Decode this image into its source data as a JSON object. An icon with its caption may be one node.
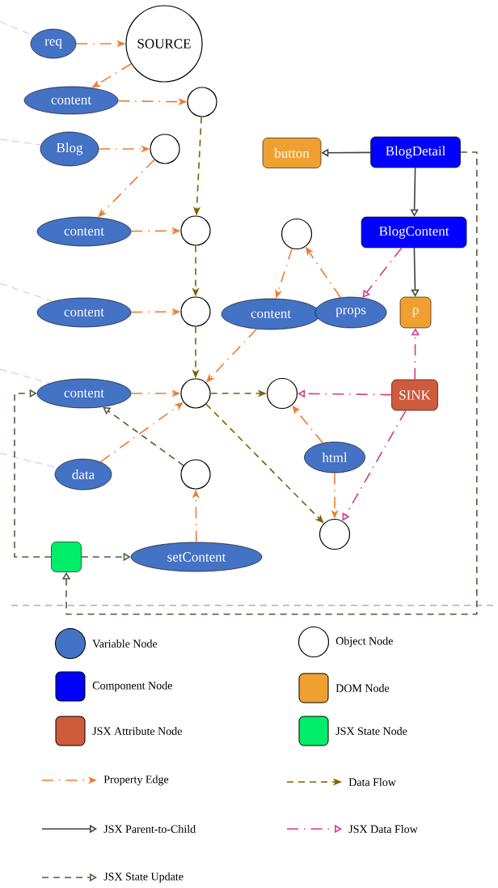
{
  "diagram": {
    "nodes": [
      {
        "text": [
          "req"
        ]
      },
      {
        "text": [
          "SOURCE"
        ]
      },
      {
        "text": [
          "content"
        ]
      },
      {
        "text": [],
        "shape": "circle"
      },
      {
        "text": [
          "Blog"
        ]
      },
      {
        "text": [],
        "shape": "circle"
      },
      {
        "text": [
          "content"
        ]
      },
      {
        "text": [],
        "shape": "circle"
      },
      {
        "text": [
          "content"
        ]
      },
      {
        "text": [],
        "shape": "circle"
      },
      {
        "text": [
          "content"
        ]
      },
      {
        "text": [],
        "shape": "circle"
      },
      {
        "text": [
          "data"
        ]
      },
      {
        "text": [],
        "shape": "circle"
      },
      {
        "text": [],
        "shape": "box"
      },
      {
        "text": [
          "setContent"
        ]
      },
      {
        "text": [
          "button"
        ]
      },
      {
        "text": [
          "BlogDetail"
        ]
      },
      {
        "text": [
          "BlogContent"
        ]
      },
      {
        "text": [],
        "shape": "circle"
      },
      {
        "text": [
          "content"
        ]
      },
      {
        "text": [
          "props"
        ]
      },
      {
        "text": [
          "p"
        ]
      },
      {
        "text": [],
        "shape": "circle"
      },
      {
        "text": [
          "SINK"
        ]
      },
      {
        "text": [
          "html"
        ]
      },
      {
        "text": [],
        "shape": "circle"
      }
    ],
    "edges": [
      {
        "from": null,
        "to": 0,
        "arrow": "none",
        "style": "dashed",
        "color": "#9999ff"
      },
      {
        "from": null,
        "to": 4,
        "arrow": "none",
        "style": "dashed",
        "color": "#9999ff"
      },
      {
        "from": null,
        "to": 8,
        "arrow": "none",
        "style": "dashed",
        "color": "#9999ff"
      },
      {
        "from": null,
        "to": 10,
        "arrow": "none",
        "style": "dashed",
        "color": "#9999ff"
      },
      {
        "from": null,
        "to": 12,
        "arrow": "none",
        "style": "dashed",
        "color": "#9999ff"
      },
      {
        "from": 0,
        "to": 1,
        "arrow": "to",
        "style": "dashed",
        "color": "#ed7d31"
      },
      {
        "from": 1,
        "to": 2,
        "arrow": "to",
        "style": "dashed",
        "color": "#ed7d31"
      },
      {
        "from": 2,
        "to": 3,
        "arrow": "to",
        "style": "dashed",
        "color": "#ed7d31"
      },
      {
        "from": 4,
        "to": 5,
        "arrow": "to",
        "style": "dashed",
        "color": "#ed7d31"
      },
      {
        "from": 5,
        "to": 6,
        "arrow": "to",
        "style": "dashed",
        "color": "#ed7d31"
      },
      {
        "from": 6,
        "to": 7,
        "arrow": "to",
        "style": "dashed",
        "color": "#ed7d31"
      },
      {
        "from": 8,
        "to": 9,
        "arrow": "to",
        "style": "dashed",
        "color": "#ed7d31"
      },
      {
        "from": 10,
        "to": 11,
        "arrow": "to",
        "style": "dashed",
        "color": "#ed7d31"
      },
      {
        "from": 12,
        "to": 11,
        "arrow": "to",
        "style": "dashed",
        "color": "#ed7d31"
      },
      {
        "from": 15,
        "to": 13,
        "arrow": "to",
        "style": "dashed",
        "color": "#ed7d31"
      },
      {
        "from": 20,
        "to": 11,
        "arrow": "to",
        "style": "dashed",
        "color": "#ed7d31"
      },
      {
        "from": 19,
        "to": 20,
        "arrow": "to",
        "style": "dashed",
        "color": "#ed7d31"
      },
      {
        "from": 21,
        "to": 19,
        "arrow": "to",
        "style": "dashed",
        "color": "#ed7d31"
      },
      {
        "from": 25,
        "to": 23,
        "arrow": "to",
        "style": "dashed",
        "color": "#ed7d31"
      },
      {
        "from": 25,
        "to": 26,
        "arrow": "to",
        "style": "dashed",
        "color": "#ed7d31"
      },
      {
        "from": 3,
        "to": 7,
        "arrow": "to",
        "style": "dashed",
        "color": "#7f6000"
      },
      {
        "from": 7,
        "to": 9,
        "arrow": "to",
        "style": "dashed",
        "color": "#7f6000"
      },
      {
        "from": 9,
        "to": 11,
        "arrow": "to",
        "style": "dashed",
        "color": "#7f6000"
      },
      {
        "from": 11,
        "to": 23,
        "arrow": "to",
        "style": "dashed",
        "color": "#7f6000"
      },
      {
        "from": 11,
        "to": 26,
        "arrow": "to",
        "style": "dashed",
        "color": "#7f6000"
      },
      {
        "from": 17,
        "to": 16,
        "arrow": "to",
        "color": "#404040"
      },
      {
        "from": 17,
        "to": 18,
        "arrow": "to",
        "color": "#404040"
      },
      {
        "from": 18,
        "to": 22,
        "arrow": "to",
        "color": "#404040"
      },
      {
        "from": 18,
        "to": 21,
        "arrow": "to",
        "style": "dashed",
        "color": "#d63a82"
      },
      {
        "from": 24,
        "to": 22,
        "arrow": "to",
        "style": "dashed",
        "color": "#d63a82"
      },
      {
        "from": 24,
        "to": 23,
        "arrow": "to",
        "style": "dashed",
        "color": "#d63a82"
      },
      {
        "from": 24,
        "to": 26,
        "arrow": "to",
        "style": "dashed",
        "color": "#d63a82"
      },
      {
        "from": 13,
        "to": 10,
        "arrow": "to",
        "style": "dashed",
        "color": "#4a6040"
      },
      {
        "from": 14,
        "to": 15,
        "arrow": "to",
        "style": "dashed",
        "color": "#4a6040"
      },
      {
        "from": 14,
        "to": 10,
        "arrow": "to",
        "style": "dashed",
        "color": "#4a6040"
      },
      {
        "from": 17,
        "to": 14,
        "arrow": "to",
        "style": "dashed",
        "color": "#4a6040"
      }
    ],
    "legend": [
      {
        "text": "Variable Node",
        "color": "#4472c4"
      },
      {
        "text": "Object Node"
      },
      {
        "text": "Component Node",
        "color": "#0000ff"
      },
      {
        "text": "DOM Node",
        "color": "#f0a030"
      },
      {
        "text": "JSX Attribute Node",
        "color": "#cd5b3c"
      },
      {
        "text": "JSX State Node",
        "color": "#00ee6a"
      },
      {
        "text": "Property Edge"
      },
      {
        "text": "Data Flow"
      },
      {
        "text": "JSX Parent-to-Child"
      },
      {
        "text": "JSX Data Flow"
      },
      {
        "text": "JSX State Update"
      }
    ]
  }
}
